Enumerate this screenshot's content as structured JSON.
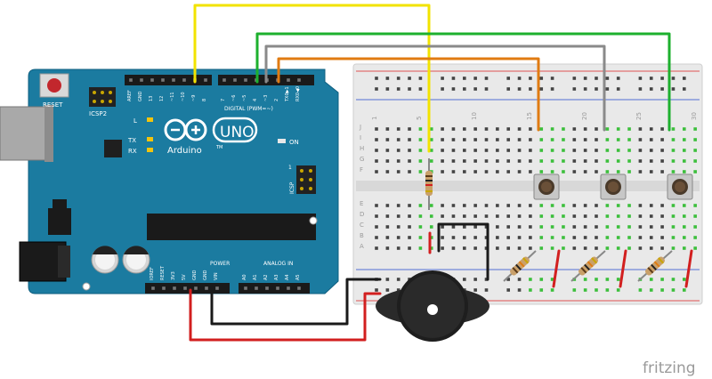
{
  "board": {
    "reset_label": "RESET",
    "icsp2_label": "ICSP2",
    "icsp_label": "ICSP",
    "l_label": "L",
    "tx_label": "TX",
    "rx_label": "RX",
    "on_label": "ON",
    "uno_label": "UNO",
    "arduino_label": "Arduino",
    "tm_label": "TM",
    "digital_label": "DIGITAL (PWM=~)",
    "power_label": "POWER",
    "analog_label": "ANALOG IN",
    "one_label": "1",
    "top_pins": [
      "AREF",
      "GND",
      "13",
      "12",
      "~11",
      "~10",
      "~9",
      "8",
      "7",
      "~6",
      "~5",
      "4",
      "~3",
      "2",
      "TX0▶1",
      "RX0◀0"
    ],
    "bottom_pins": [
      "IOREF",
      "RESET",
      "3V3",
      "5V",
      "GND",
      "GND",
      "VIN",
      "A0",
      "A1",
      "A2",
      "A3",
      "A4",
      "A5"
    ]
  },
  "breadboard": {
    "column_numbers": [
      "1",
      "5",
      "10",
      "15",
      "20",
      "25",
      "30"
    ],
    "row_letters_top": [
      "J",
      "I",
      "H",
      "G",
      "F"
    ],
    "row_letters_bottom": [
      "E",
      "D",
      "C",
      "B",
      "A"
    ]
  },
  "watermark": "fritzing",
  "colors": {
    "board": "#1b7ba0",
    "breadboard": "#e8e8e8",
    "wire_yellow": "#f2e300",
    "wire_green": "#1db02e",
    "wire_gray": "#8a8a8a",
    "wire_orange": "#e07b12",
    "wire_red": "#d21f1f",
    "wire_black": "#1a1a1a"
  }
}
